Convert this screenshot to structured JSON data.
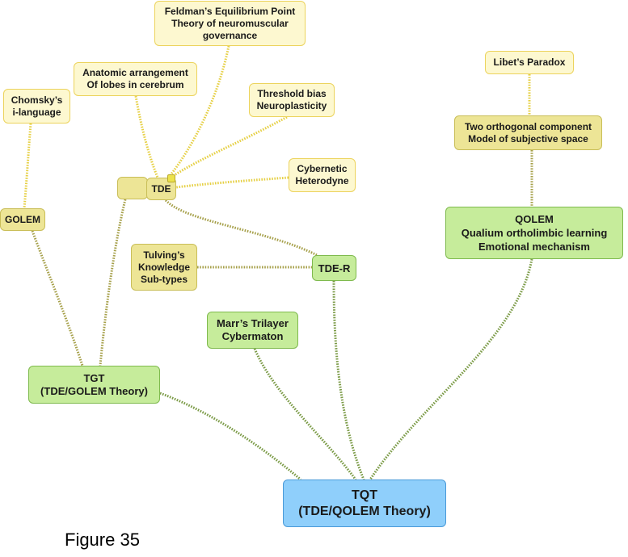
{
  "diagram": {
    "nodes": [
      {
        "id": "feldman",
        "label": "Feldman’s Equilibrium Point\nTheory of neuromuscular\ngovernance",
        "style": "pale"
      },
      {
        "id": "anatomic",
        "label": "Anatomic arrangement\nOf lobes in cerebrum",
        "style": "pale"
      },
      {
        "id": "chomsky",
        "label": "Chomsky’s\ni-language",
        "style": "pale"
      },
      {
        "id": "threshold",
        "label": "Threshold bias\nNeuroplasticity",
        "style": "pale"
      },
      {
        "id": "cybernetic",
        "label": "Cybernetic\nHeterodyne",
        "style": "pale"
      },
      {
        "id": "libet",
        "label": "Libet’s Paradox",
        "style": "pale"
      },
      {
        "id": "twoortho",
        "label": "Two orthogonal component\nModel of subjective space",
        "style": "khaki"
      },
      {
        "id": "tde_blank",
        "label": "",
        "style": "khaki"
      },
      {
        "id": "tde",
        "label": "TDE",
        "style": "khaki"
      },
      {
        "id": "golem",
        "label": "GOLEM",
        "style": "khaki"
      },
      {
        "id": "tulving",
        "label": "Tulving’s\nKnowledge\nSub-types",
        "style": "khaki"
      },
      {
        "id": "tder",
        "label": "TDE-R",
        "style": "green"
      },
      {
        "id": "qolem",
        "label": "QOLEM\nQualium ortholimbic learning\nEmotional mechanism",
        "style": "green"
      },
      {
        "id": "marr",
        "label": "Marr’s Trilayer\nCybermaton",
        "style": "green"
      },
      {
        "id": "tgt",
        "label": "TGT\n(TDE/GOLEM Theory)",
        "style": "green"
      },
      {
        "id": "tqt",
        "label": "TQT\n(TDE/QOLEM Theory)",
        "style": "blue"
      }
    ],
    "edges": [
      {
        "from": "feldman",
        "to": "tde",
        "color": "yellow"
      },
      {
        "from": "anatomic",
        "to": "tde",
        "color": "yellow"
      },
      {
        "from": "threshold",
        "to": "tde",
        "color": "yellow"
      },
      {
        "from": "cybernetic",
        "to": "tde",
        "color": "yellow"
      },
      {
        "from": "chomsky",
        "to": "golem",
        "color": "yellow"
      },
      {
        "from": "libet",
        "to": "twoortho",
        "color": "yellow"
      },
      {
        "from": "twoortho",
        "to": "qolem",
        "color": "olive"
      },
      {
        "from": "tde",
        "to": "tder",
        "color": "olive"
      },
      {
        "from": "tulving",
        "to": "tder",
        "color": "olive"
      },
      {
        "from": "golem",
        "to": "tgt",
        "color": "olive"
      },
      {
        "from": "tde_blank",
        "to": "tgt",
        "color": "olive"
      },
      {
        "from": "tder",
        "to": "tqt",
        "color": "green"
      },
      {
        "from": "marr",
        "to": "tqt",
        "color": "green"
      },
      {
        "from": "tgt",
        "to": "tqt",
        "color": "green"
      },
      {
        "from": "qolem",
        "to": "tqt",
        "color": "green"
      }
    ],
    "edge_colors": {
      "yellow": "#e6d045",
      "olive": "#a6a04a",
      "green": "#7a9a45"
    }
  },
  "caption": "Figure 35"
}
